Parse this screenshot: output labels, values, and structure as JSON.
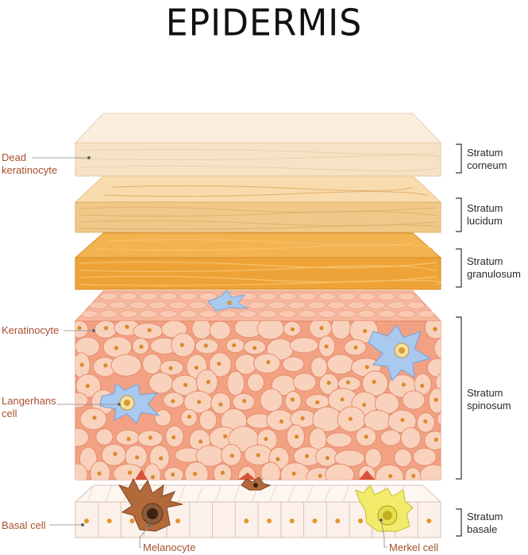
{
  "title": "EPIDERMIS",
  "left_labels": {
    "dead_keratinocyte_1": "Dead",
    "dead_keratinocyte_2": "keratinocyte",
    "keratinocyte": "Keratinocyte",
    "langerhans_1": "Langerhans",
    "langerhans_2": "cell",
    "basal_cell": "Basal cell"
  },
  "bottom_labels": {
    "melanocyte": "Melanocyte",
    "merkel_cell": "Merkel cell"
  },
  "layers": {
    "corneum_1": "Stratum",
    "corneum_2": "corneum",
    "lucidum_1": "Stratum",
    "lucidum_2": "lucidum",
    "granulosum_1": "Stratum",
    "granulosum_2": "granulosum",
    "spinosum_1": "Stratum",
    "spinosum_2": "spinosum",
    "basale_1": "Stratum",
    "basale_2": "basale"
  },
  "colors": {
    "corneum": "#f6e2c4",
    "lucidum": "#f0c98a",
    "granulosum": "#eea338",
    "spinosum": "#f2a183",
    "basale": "#fbf1ea",
    "label": "#a8502e",
    "langerhans": "#a9c9ef",
    "melanocyte": "#b36a3a",
    "merkel": "#f3ec6a"
  }
}
